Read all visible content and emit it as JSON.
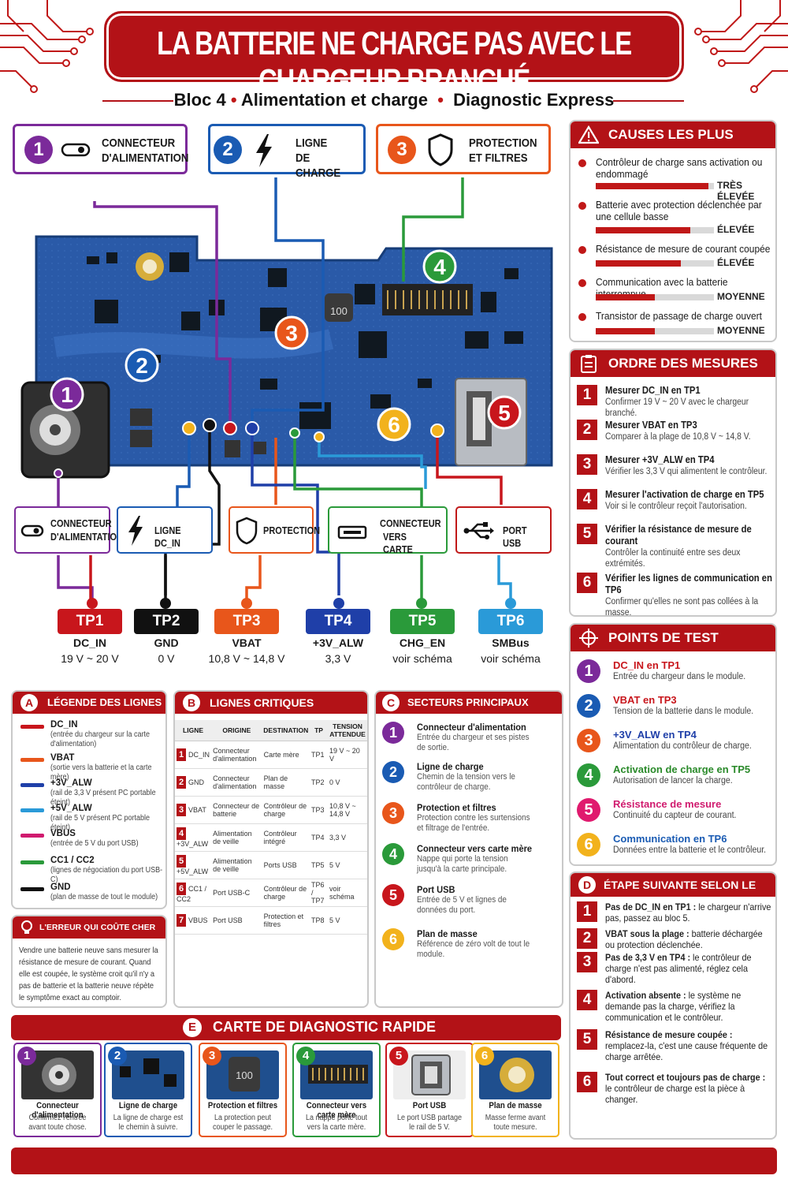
{
  "title": "LA BATTERIE NE CHARGE PAS AVEC LE CHARGEUR BRANCHÉ",
  "subtitle": {
    "bloc": "Bloc 4",
    "section": "Alimentation et charge",
    "mode": "Diagnostic Express"
  },
  "categories": [
    {
      "num": "1",
      "label1": "CONNECTEUR",
      "label2": "D'ALIMENTATION",
      "color": "#7b2a9a"
    },
    {
      "num": "2",
      "label1": "LIGNE",
      "label2": "DE CHARGE",
      "color": "#1a5bb3"
    },
    {
      "num": "3",
      "label1": "PROTECTION",
      "label2": "ET FILTRES",
      "color": "#e8561b"
    }
  ],
  "board_markers": [
    "1",
    "2",
    "3",
    "4",
    "5",
    "6"
  ],
  "board_labels": {
    "inductor": "100"
  },
  "bottom_labels": [
    {
      "l1": "CONNECTEUR",
      "l2": "D'ALIMENTATION",
      "color": "#7b2a9a"
    },
    {
      "l1": "LIGNE DC_IN",
      "l2": "",
      "color": "#1a5bb3"
    },
    {
      "l1": "PROTECTION",
      "l2": "",
      "color": "#e8561b"
    },
    {
      "l1": "CONNECTEUR",
      "l2": "VERS CARTE",
      "color": "#2a9a3a"
    },
    {
      "l1": "PORT USB",
      "l2": "",
      "color": "#c01818"
    }
  ],
  "test_points": [
    {
      "id": "TP1",
      "name": "DC_IN",
      "value": "19 V ~ 20 V",
      "color": "#c8161c"
    },
    {
      "id": "TP2",
      "name": "GND",
      "value": "0 V",
      "color": "#111111"
    },
    {
      "id": "TP3",
      "name": "VBAT",
      "value": "10,8 V ~ 14,8 V",
      "color": "#e8561b"
    },
    {
      "id": "TP4",
      "name": "+3V_ALW",
      "value": "3,3 V",
      "color": "#1f3fa8"
    },
    {
      "id": "TP5",
      "name": "CHG_EN",
      "value": "voir schéma",
      "color": "#2a9a3a"
    },
    {
      "id": "TP6",
      "name": "SMBus",
      "value": "voir schéma",
      "color": "#2a9ad8"
    }
  ],
  "causes": {
    "title": "CAUSES LES PLUS PROBABLES",
    "items": [
      {
        "text": "Contrôleur de charge sans activation ou endommagé",
        "level": "TRÈS ÉLEVÉE",
        "fill": 0.95
      },
      {
        "text": "Batterie avec protection déclenchée par une cellule basse",
        "level": "ÉLEVÉE",
        "fill": 0.8
      },
      {
        "text": "Résistance de mesure de courant coupée",
        "level": "ÉLEVÉE",
        "fill": 0.72
      },
      {
        "text": "Communication avec la batterie interrompue",
        "level": "MOYENNE",
        "fill": 0.5
      },
      {
        "text": "Transistor de passage de charge ouvert",
        "level": "MOYENNE",
        "fill": 0.5
      }
    ]
  },
  "order": {
    "title": "ORDRE DES MESURES",
    "steps": [
      {
        "n": "1",
        "t": "Mesurer DC_IN en TP1",
        "d": "Confirmer 19 V ~ 20 V avec le chargeur branché."
      },
      {
        "n": "2",
        "t": "Mesurer VBAT en TP3",
        "d": "Comparer à la plage de 10,8 V ~ 14,8 V."
      },
      {
        "n": "3",
        "t": "Mesurer +3V_ALW en TP4",
        "d": "Vérifier les 3,3 V qui alimentent le contrôleur."
      },
      {
        "n": "4",
        "t": "Mesurer l'activation de charge en TP5",
        "d": "Voir si le contrôleur reçoit l'autorisation."
      },
      {
        "n": "5",
        "t": "Vérifier la résistance de mesure de courant",
        "d": "Contrôler la continuité entre ses deux extrémités."
      },
      {
        "n": "6",
        "t": "Vérifier les lignes de communication en TP6",
        "d": "Confirmer qu'elles ne sont pas collées à la masse."
      }
    ]
  },
  "points": {
    "title": "POINTS DE TEST",
    "items": [
      {
        "n": "1",
        "t": "DC_IN en TP1",
        "d": "Entrée du chargeur dans le module.",
        "color": "#7b2a9a",
        "tc": "#c8161c"
      },
      {
        "n": "2",
        "t": "VBAT en TP3",
        "d": "Tension de la batterie dans le module.",
        "color": "#1a5bb3",
        "tc": "#c8161c"
      },
      {
        "n": "3",
        "t": "+3V_ALW en TP4",
        "d": "Alimentation du contrôleur de charge.",
        "color": "#e8561b",
        "tc": "#1f3fa8"
      },
      {
        "n": "4",
        "t": "Activation de charge en TP5",
        "d": "Autorisation de lancer la charge.",
        "color": "#2a9a3a",
        "tc": "#2a8a2a"
      },
      {
        "n": "5",
        "t": "Résistance de mesure",
        "d": "Continuité du capteur de courant.",
        "color": "#e01a6e",
        "tc": "#d01a6e"
      },
      {
        "n": "6",
        "t": "Communication en TP6",
        "d": "Données entre la batterie et le contrôleur.",
        "color": "#f2b21c",
        "tc": "#1a5bb3"
      }
    ]
  },
  "legend": {
    "letter": "A",
    "title": "LÉGENDE DES LIGNES",
    "items": [
      {
        "name": "DC_IN",
        "desc": "(entrée du chargeur sur la carte d'alimentation)",
        "color": "#c8161c"
      },
      {
        "name": "VBAT",
        "desc": "(sortie vers la batterie et la carte mère)",
        "color": "#e8561b"
      },
      {
        "name": "+3V_ALW",
        "desc": "(rail de 3,3 V présent PC portable éteint)",
        "color": "#1f3fa8"
      },
      {
        "name": "+5V_ALW",
        "desc": "(rail de 5 V présent PC portable éteint)",
        "color": "#2a9ad8"
      },
      {
        "name": "VBUS",
        "desc": "(entrée de 5 V du port USB)",
        "color": "#d01a6e"
      },
      {
        "name": "CC1 / CC2",
        "desc": "(lignes de négociation du port USB-C)",
        "color": "#2a9a3a"
      },
      {
        "name": "GND",
        "desc": "(plan de masse de tout le module)",
        "color": "#111111"
      }
    ]
  },
  "critical": {
    "letter": "B",
    "title": "LIGNES CRITIQUES",
    "headers": [
      "LIGNE",
      "ORIGINE",
      "DESTINATION",
      "TP",
      "TENSION ATTENDUE"
    ],
    "rows": [
      [
        "1",
        "DC_IN",
        "Connecteur d'alimentation",
        "Carte mère",
        "TP1",
        "19 V ~ 20 V"
      ],
      [
        "2",
        "GND",
        "Connecteur d'alimentation",
        "Plan de masse",
        "TP2",
        "0 V"
      ],
      [
        "3",
        "VBAT",
        "Connecteur de batterie",
        "Contrôleur de charge",
        "TP3",
        "10,8 V ~ 14,8 V"
      ],
      [
        "4",
        "+3V_ALW",
        "Alimentation de veille",
        "Contrôleur intégré",
        "TP4",
        "3,3 V"
      ],
      [
        "5",
        "+5V_ALW",
        "Alimentation de veille",
        "Ports USB",
        "TP5",
        "5 V"
      ],
      [
        "6",
        "CC1 / CC2",
        "Port USB-C",
        "Contrôleur de charge",
        "TP6 / TP7",
        "voir schéma"
      ],
      [
        "7",
        "VBUS",
        "Port USB",
        "Protection et filtres",
        "TP8",
        "5 V"
      ]
    ]
  },
  "sectors": {
    "letter": "C",
    "title": "SECTEURS PRINCIPAUX",
    "items": [
      {
        "n": "1",
        "t": "Connecteur d'alimentation",
        "d": "Entrée du chargeur et ses pistes de sortie.",
        "color": "#7b2a9a"
      },
      {
        "n": "2",
        "t": "Ligne de charge",
        "d": "Chemin de la tension vers le contrôleur de charge.",
        "color": "#1a5bb3"
      },
      {
        "n": "3",
        "t": "Protection et filtres",
        "d": "Protection contre les surtensions et filtrage de l'entrée.",
        "color": "#e8561b"
      },
      {
        "n": "4",
        "t": "Connecteur vers carte mère",
        "d": "Nappe qui porte la tension jusqu'à la carte principale.",
        "color": "#2a9a3a"
      },
      {
        "n": "5",
        "t": "Port USB",
        "d": "Entrée de 5 V et lignes de données du port.",
        "color": "#c8161c"
      },
      {
        "n": "6",
        "t": "Plan de masse",
        "d": "Référence de zéro volt de tout le module.",
        "color": "#f2b21c"
      }
    ]
  },
  "mistake": {
    "title": "L'ERREUR QUI COÛTE CHER DANS CE CAS",
    "text": "Vendre une batterie neuve sans mesurer la résistance de mesure de courant. Quand elle est coupée, le système croit qu'il n'y a pas de batterie et la batterie neuve répète le symptôme exact au comptoir."
  },
  "next": {
    "letter": "D",
    "title": "ÉTAPE SUIVANTE SELON LE RELEVÉ",
    "items": [
      {
        "n": "1",
        "b": "Pas de DC_IN en TP1 :",
        "r": " le chargeur n'arrive pas, passez au bloc 5."
      },
      {
        "n": "2",
        "b": "VBAT sous la plage :",
        "r": " batterie déchargée ou protection déclenchée."
      },
      {
        "n": "3",
        "b": "Pas de 3,3 V en TP4 :",
        "r": " le contrôleur de charge n'est pas alimenté, réglez cela d'abord."
      },
      {
        "n": "4",
        "b": "Activation absente :",
        "r": " le système ne demande pas la charge, vérifiez la communication et le contrôleur."
      },
      {
        "n": "5",
        "b": "Résistance de mesure coupée :",
        "r": " remplacez-la, c'est une cause fréquente de charge arrêtée."
      },
      {
        "n": "6",
        "b": "Tout correct et toujours pas de charge :",
        "r": " le contrôleur de charge est la pièce à changer."
      }
    ]
  },
  "quick": {
    "letter": "E",
    "title": "CARTE DE DIAGNOSTIC RAPIDE",
    "cards": [
      {
        "n": "1",
        "t": "Connecteur d'alimentation",
        "d": "Confirmez l'entrée avant toute chose.",
        "color": "#7b2a9a"
      },
      {
        "n": "2",
        "t": "Ligne de charge",
        "d": "La ligne de charge est le chemin à suivre.",
        "color": "#1a5bb3"
      },
      {
        "n": "3",
        "t": "Protection et filtres",
        "d": "La protection peut couper le passage.",
        "color": "#e8561b"
      },
      {
        "n": "4",
        "t": "Connecteur vers carte mère",
        "d": "La nappe porte tout vers la carte mère.",
        "color": "#2a9a3a"
      },
      {
        "n": "5",
        "t": "Port USB",
        "d": "Le port USB partage le rail de 5 V.",
        "color": "#c8161c"
      },
      {
        "n": "6",
        "t": "Plan de masse",
        "d": "Masse ferme avant toute mesure.",
        "color": "#f2b21c"
      }
    ]
  }
}
